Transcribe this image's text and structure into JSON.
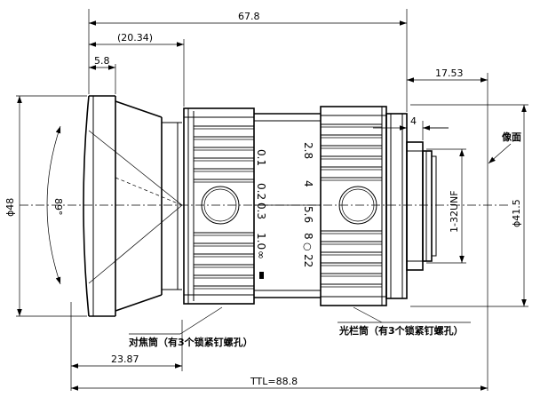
{
  "dimensions": {
    "overall_length": "67.8",
    "ref_length": "(20.34)",
    "front_step": "5.8",
    "back_focus": "17.53",
    "mount_offset": "4",
    "outer_diameter": "ϕ48",
    "field_angle": "89°",
    "mount_thread": "1-32UNF",
    "rear_diameter": "ϕ41.5",
    "front_offset": "23.87",
    "total_track": "TTL=88.8"
  },
  "labels": {
    "image_plane": "像面",
    "focus_barrel": "对焦筒（有3个锁紧钉螺孔）",
    "iris_barrel": "光栏筒（有3个锁紧钉螺孔）"
  },
  "focus_scale": [
    "0.1",
    "0.2",
    "0.3",
    "1.0",
    "∞"
  ],
  "aperture_scale": [
    "2.8",
    "4",
    "5.6",
    "8",
    "○",
    "22"
  ]
}
